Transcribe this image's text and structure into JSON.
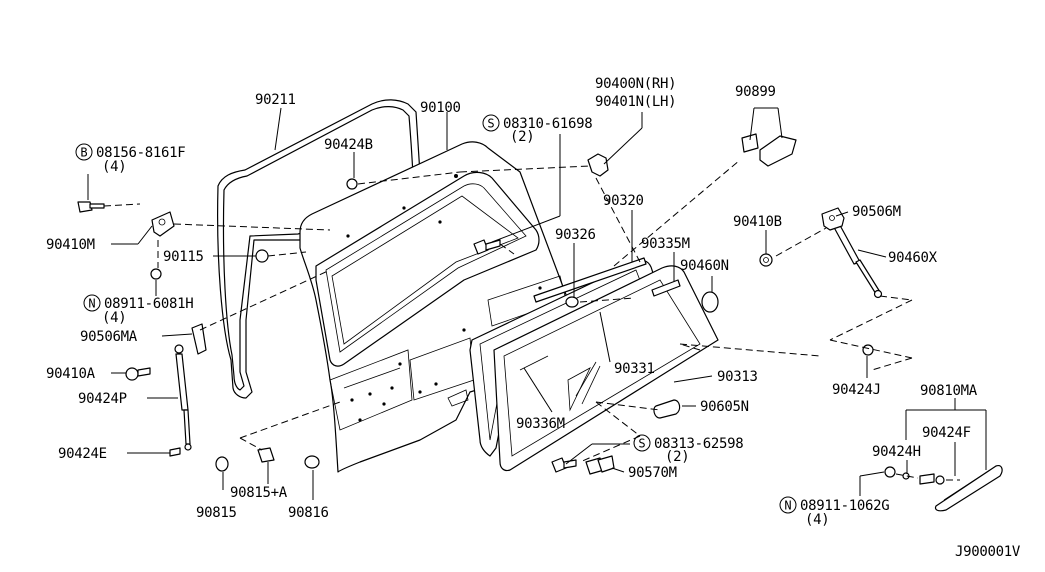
{
  "labels": {
    "p90211": "90211",
    "p90100": "90100",
    "p90424B": "90424B",
    "b08156": "08156-8161F",
    "b08156_q": "(4)",
    "p90410M": "90410M",
    "p90115": "90115",
    "n08911a": "08911-6081H",
    "n08911a_q": "(4)",
    "p90506MA": "90506MA",
    "p90410A": "90410A",
    "p90424P": "90424P",
    "p90424E": "90424E",
    "p90815": "90815",
    "p90815A": "90815+A",
    "p90816": "90816",
    "s08310": "08310-61698",
    "s08310_q": "(2)",
    "p90400N": "90400N(RH)",
    "p90401N": "90401N(LH)",
    "p90899": "90899",
    "p90320": "90320",
    "p90326": "90326",
    "p90335M": "90335M",
    "p90410B": "90410B",
    "p90506M": "90506M",
    "p90460X": "90460X",
    "p90460N": "90460N",
    "p90331": "90331",
    "p90313": "90313",
    "p90336M": "90336M",
    "p90605N": "90605N",
    "s08313": "08313-62598",
    "s08313_q": "(2)",
    "p90570M": "90570M",
    "p90424J": "90424J",
    "p90810MA": "90810MA",
    "p90424F": "90424F",
    "p90424H": "90424H",
    "n08911b": "08911-1062G",
    "n08911b_q": "(4)",
    "ref": "J900001V"
  },
  "symbols": {
    "bolt": "B",
    "nut": "N",
    "screw": "S"
  }
}
